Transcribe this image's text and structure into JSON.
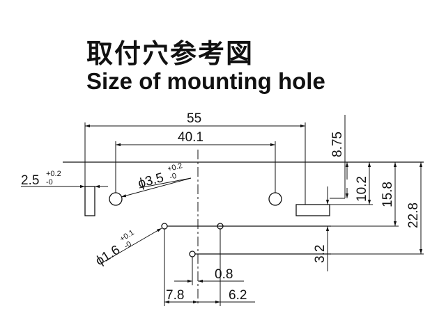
{
  "title_jp": "取付穴参考図",
  "title_en": "Size of mounting hole",
  "dimensions": {
    "width_total": "55",
    "hole_spacing": "40.1",
    "right_top": "8.75",
    "slot_width": {
      "base": "2.5",
      "tol_plus": "+0.2",
      "tol_minus": "-0"
    },
    "hole_dia_large": {
      "base": "ϕ3.5",
      "tol_plus": "+0.2",
      "tol_minus": "-0"
    },
    "hole_dia_small": {
      "base": "ϕ1.6",
      "tol_plus": "+0.1",
      "tol_minus": "-0"
    },
    "v_10_2": "10.2",
    "v_15_8": "15.8",
    "v_22_8": "22.8",
    "v_3_2": "3.2",
    "h_0_8": "0.8",
    "h_7_8": "7.8",
    "h_6_2": "6.2"
  }
}
